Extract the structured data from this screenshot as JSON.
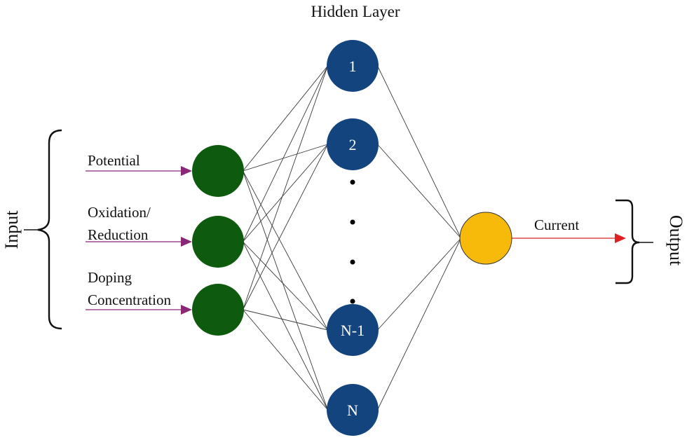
{
  "title": "Hidden Layer",
  "input_label": "Input",
  "output_label": "Output",
  "inputs": [
    {
      "lines": [
        "Potential"
      ]
    },
    {
      "lines": [
        "Oxidation/",
        "Reduction"
      ]
    },
    {
      "lines": [
        "Doping",
        "Concentration"
      ]
    }
  ],
  "hidden_nodes": [
    "1",
    "2",
    "N-1",
    "N"
  ],
  "output_signal_label": "Current",
  "colors": {
    "input_node": "#0e5a0e",
    "hidden_node": "#14447e",
    "output_node": "#f7b90a",
    "input_arrow": "#8a2877",
    "output_arrow": "#e02020",
    "connection": "#3a3a3a"
  }
}
